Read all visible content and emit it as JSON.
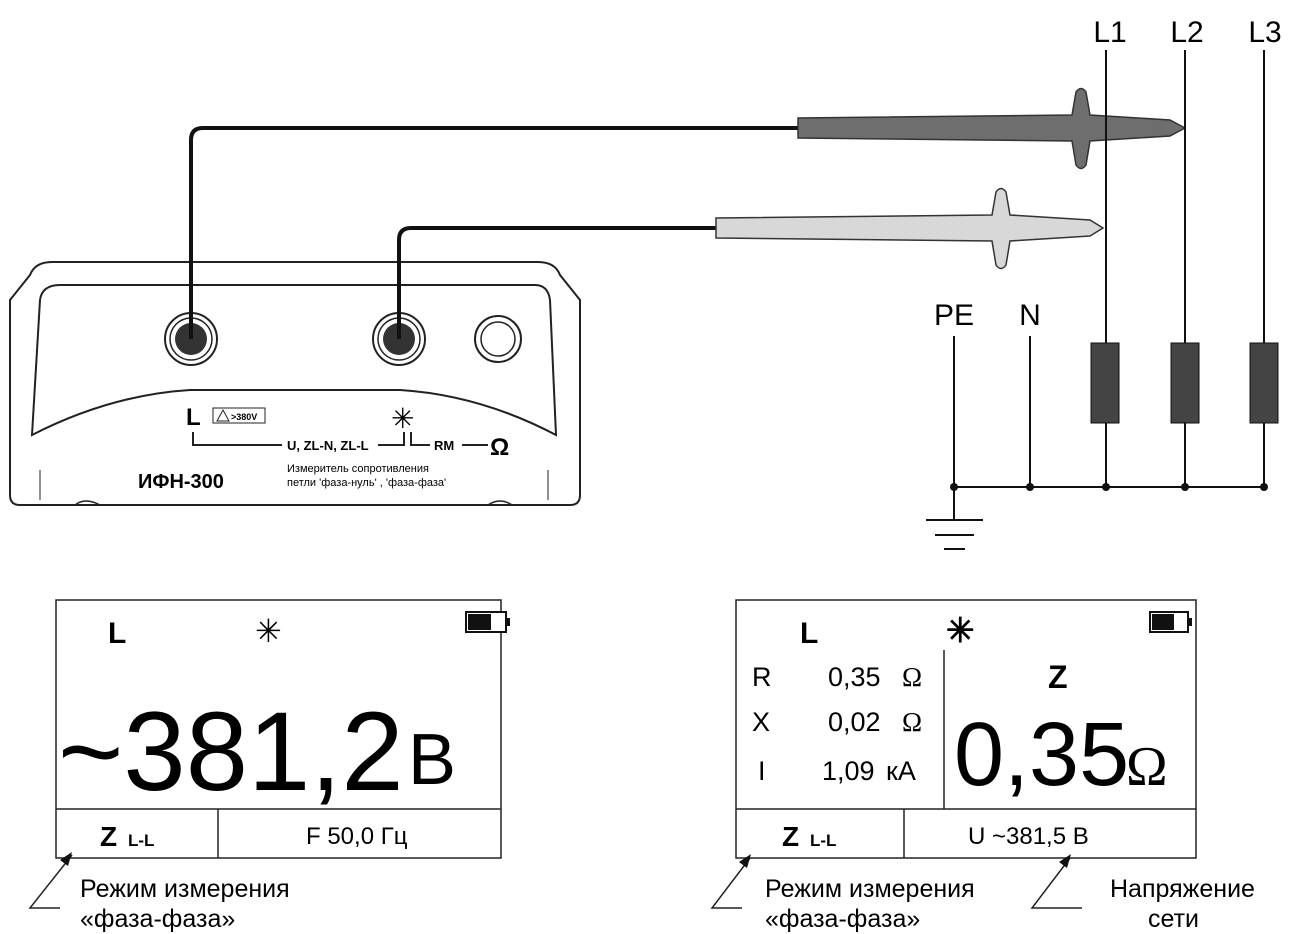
{
  "meter": {
    "l_terminal": "L",
    "warning_voltage": ">380V",
    "group_label": "U, ZL-N, ZL-L",
    "star_symbol": "✳",
    "rm_label": "RM",
    "ohm_symbol": "Ω",
    "model": "ИФН-300",
    "description_line1": "Измеритель сопротивления",
    "description_line2": "петли 'фаза-нуль' , 'фаза-фаза'"
  },
  "network": {
    "phases": [
      "L1",
      "L2",
      "L3"
    ],
    "pe": "PE",
    "n": "N"
  },
  "display1": {
    "l": "L",
    "star": "✳",
    "value": "~381,2",
    "unit": "В",
    "mode": "Z",
    "mode_sub": "L-L",
    "freq": "F  50,0 Гц",
    "callout_line1": "Режим измерения",
    "callout_line2": "«фаза-фаза»"
  },
  "display2": {
    "l": "L",
    "star": "✳",
    "rows": [
      {
        "label": "R",
        "value": "0,35",
        "unit": "Ω"
      },
      {
        "label": "X",
        "value": "0,02",
        "unit": "Ω"
      },
      {
        "label": "I",
        "value": "1,09",
        "unit": "кА"
      }
    ],
    "z_label": "Z",
    "z_value": "0,35",
    "z_unit": "Ω",
    "mode": "Z",
    "mode_sub": "L-L",
    "voltage": "U ~381,5 В",
    "callout_line1": "Режим измерения",
    "callout_line2": "«фаза-фаза»",
    "callout2_line1": "Напряжение",
    "callout2_line2": "сети"
  }
}
